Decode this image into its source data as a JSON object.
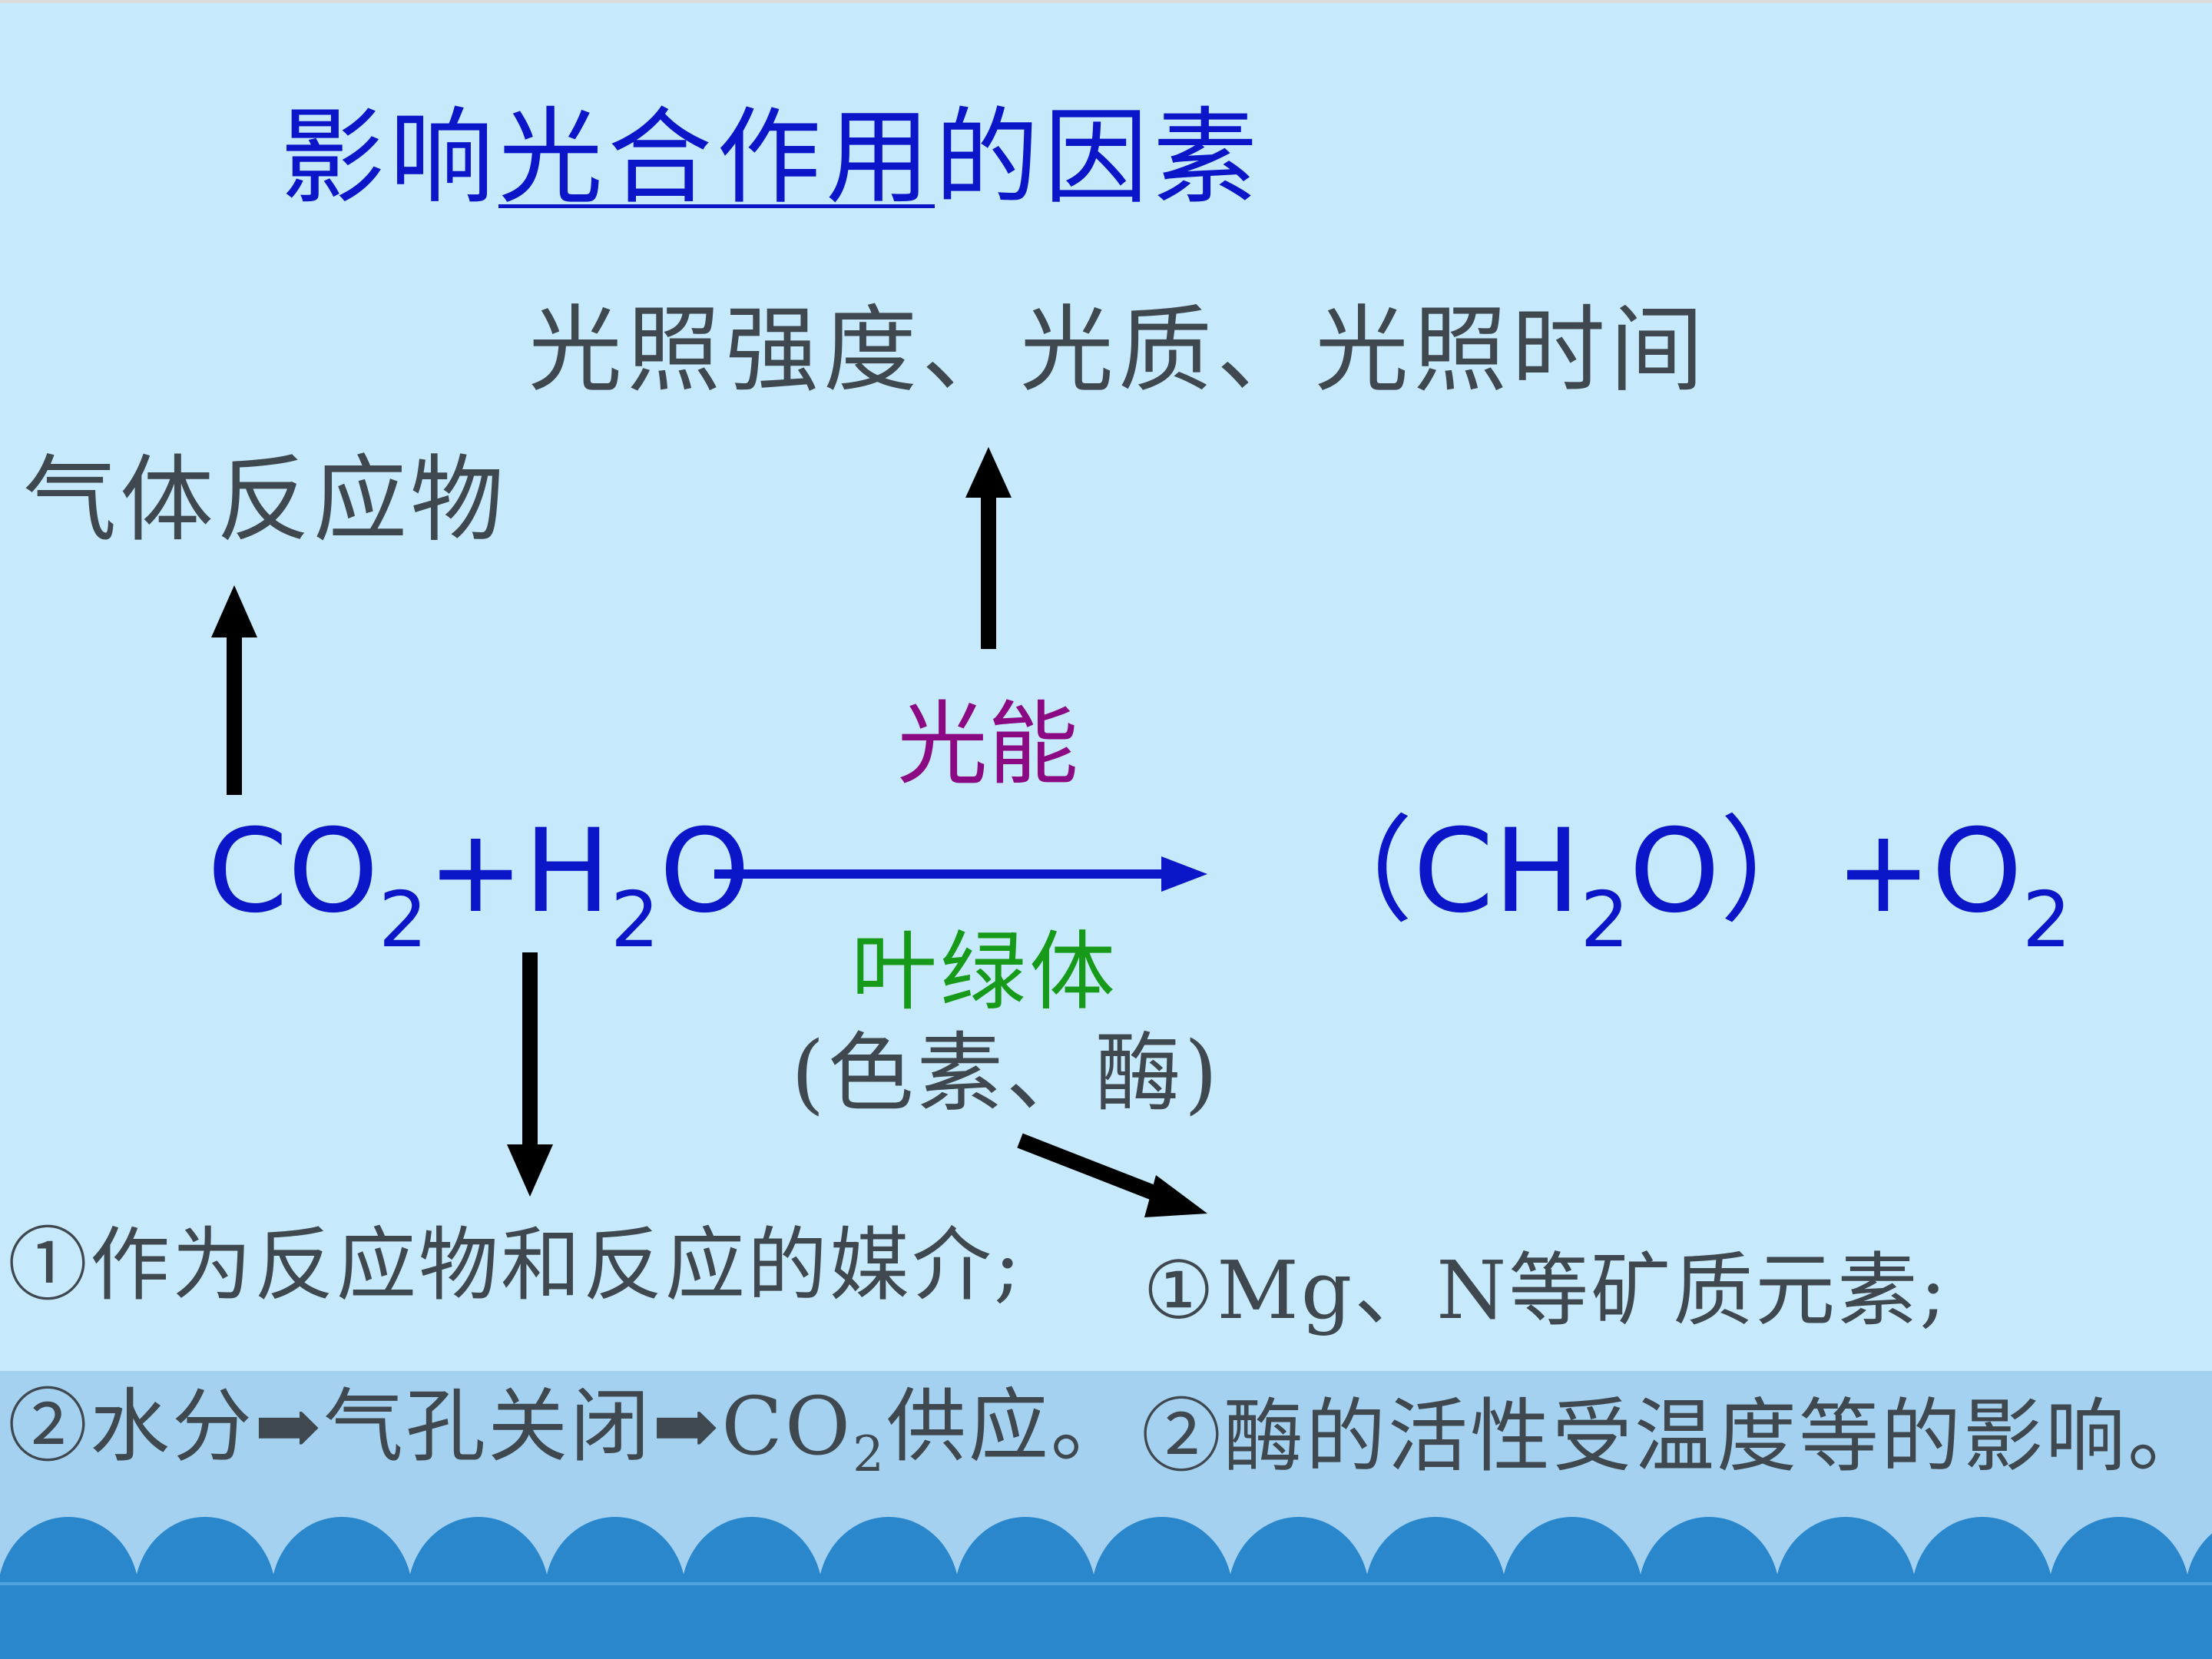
{
  "slide": {
    "title_pre": "影响",
    "title_underlined": "光合作用",
    "title_post": "的因素",
    "light_factors": "光照强度、光质、光照时间",
    "gas_reactant": "气体反应物",
    "equation": {
      "left_co": "CO",
      "left_co_sub": "2",
      "left_plus_h": "+H",
      "left_h_sub": "2",
      "left_o": "O",
      "right_open": "（CH",
      "right_ch_sub": "2",
      "right_close": "O）+O",
      "right_o_sub": "2"
    },
    "light_energy": "光能",
    "chloroplast": "叶绿体",
    "pigment_enzyme": "(色素、酶)",
    "water_point_1": "①作为反应物和反应的媒介;",
    "water_point_2_pre": "②水分➡气孔关闭➡CO",
    "water_point_2_sub": "2",
    "water_point_2_post": "供应。",
    "mineral_point_1": "①Mg、N等矿质元素;",
    "enzyme_point_2": "②酶的活性受温度等的影响。"
  },
  "colors": {
    "background": "#c6e9fb",
    "bottom_band": "#a3d1ef",
    "waves": "#2a87cc",
    "title_blue": "#0b16c8",
    "gray_text": "#3f474f",
    "light_energy_purple": "#8b0a83",
    "chloroplast_green": "#179a1a",
    "arrow_black": "#000000"
  }
}
